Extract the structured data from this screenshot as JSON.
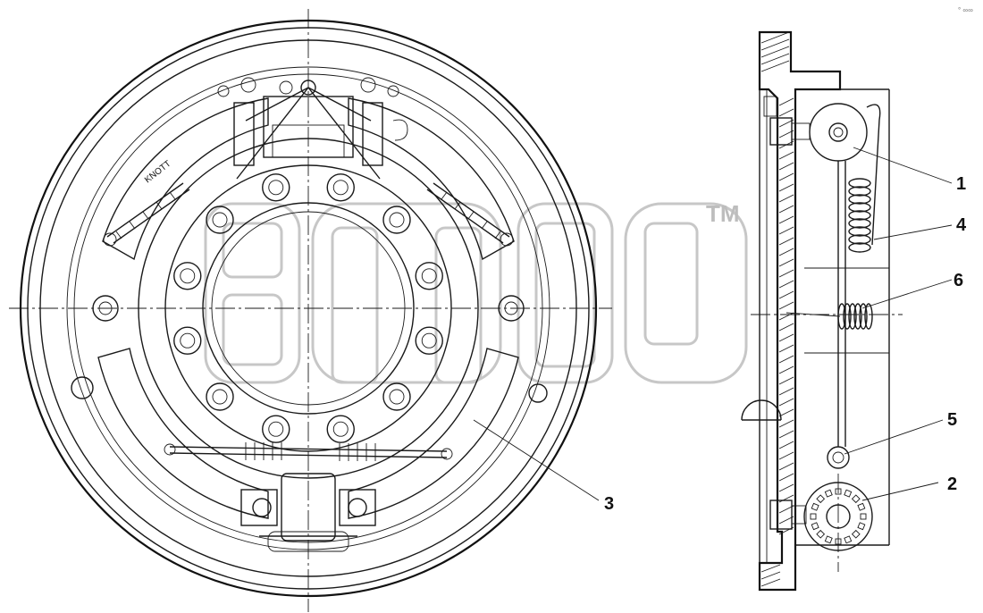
{
  "watermark": {
    "trademark": "TM"
  },
  "front_view": {
    "stamp_label": "KNOTT"
  },
  "callouts": [
    {
      "id": "callout-1",
      "label": "1"
    },
    {
      "id": "callout-2",
      "label": "2"
    },
    {
      "id": "callout-3",
      "label": "3"
    },
    {
      "id": "callout-4",
      "label": "4"
    },
    {
      "id": "callout-5",
      "label": "5"
    },
    {
      "id": "callout-6",
      "label": "6"
    }
  ],
  "corner_mark": "° ∞∞"
}
